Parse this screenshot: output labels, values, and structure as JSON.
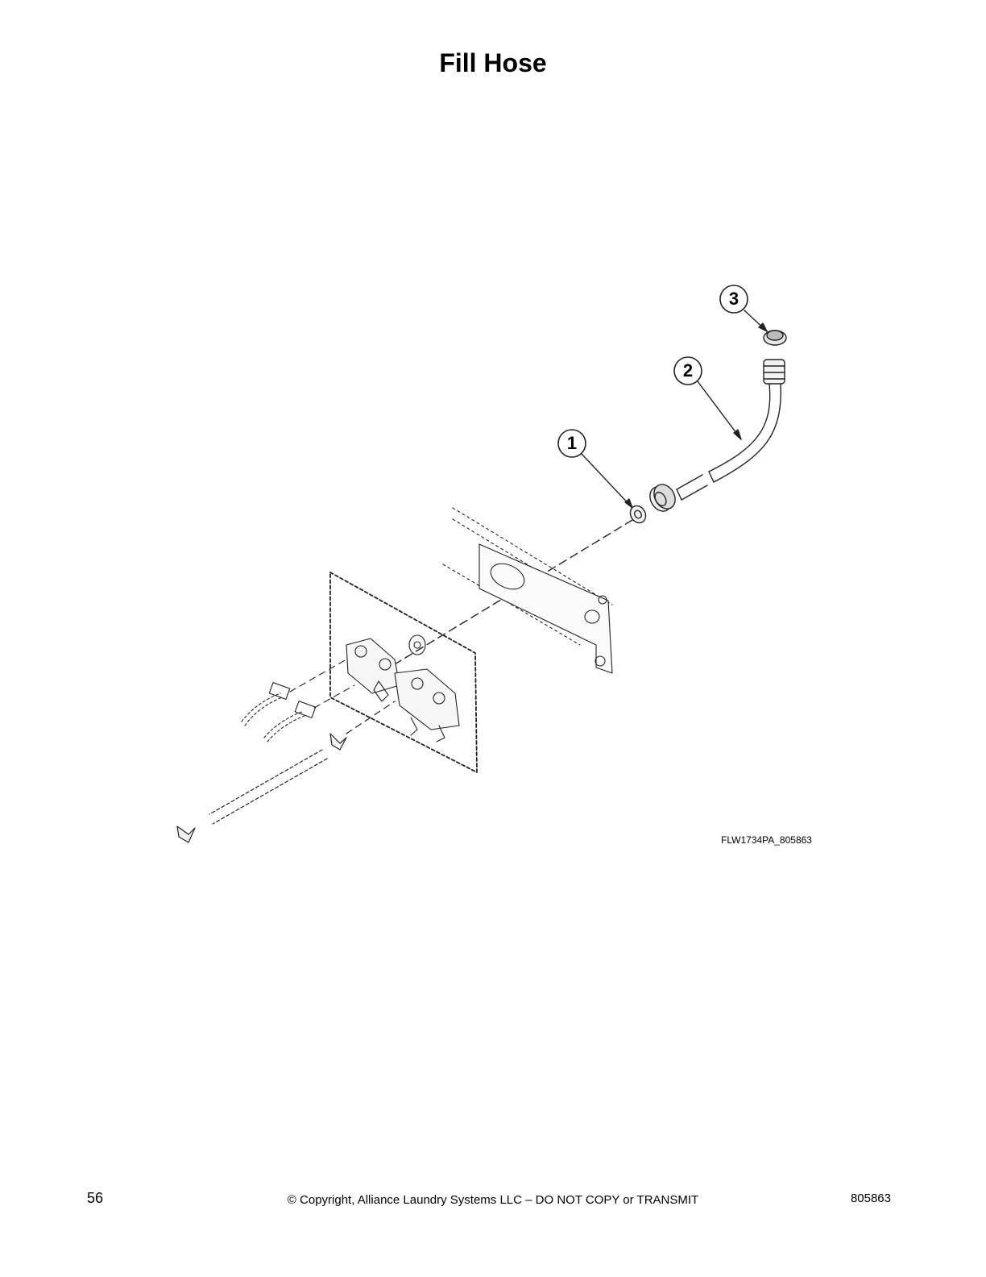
{
  "page": {
    "title": "Fill Hose"
  },
  "diagram": {
    "callouts": [
      {
        "number": "1",
        "part": "washer"
      },
      {
        "number": "2",
        "part": "fill-hose"
      },
      {
        "number": "3",
        "part": "screen"
      }
    ],
    "figure_code": "FLW1734PA_805863"
  },
  "footer": {
    "page_number": "56",
    "copyright": "© Copyright, Alliance Laundry Systems LLC – DO NOT COPY or TRANSMIT",
    "document_number": "805863"
  }
}
